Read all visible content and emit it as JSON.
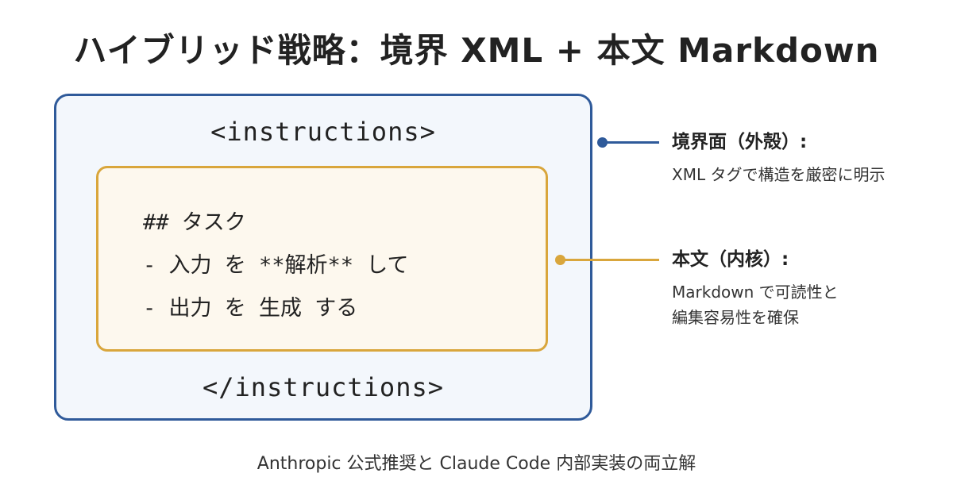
{
  "title": "ハイブリッド戦略：境界 XML + 本文 Markdown",
  "diagram": {
    "outer": {
      "open_tag": "<instructions>",
      "close_tag": "</instructions>",
      "color": "#2f5a9a"
    },
    "inner": {
      "color": "#d9a63c",
      "lines": [
        "## タスク",
        "- 入力 を **解析** して",
        "- 出力 を 生成 する"
      ]
    }
  },
  "annotations": {
    "outer": {
      "heading": "境界面（外殻）:",
      "description": "XML タグで構造を厳密に明示"
    },
    "inner": {
      "heading": "本文（内核）:",
      "description_lines": [
        "Markdown で可読性と",
        "編集容易性を確保"
      ]
    }
  },
  "footer": "Anthropic 公式推奨と Claude Code 内部実装の両立解"
}
